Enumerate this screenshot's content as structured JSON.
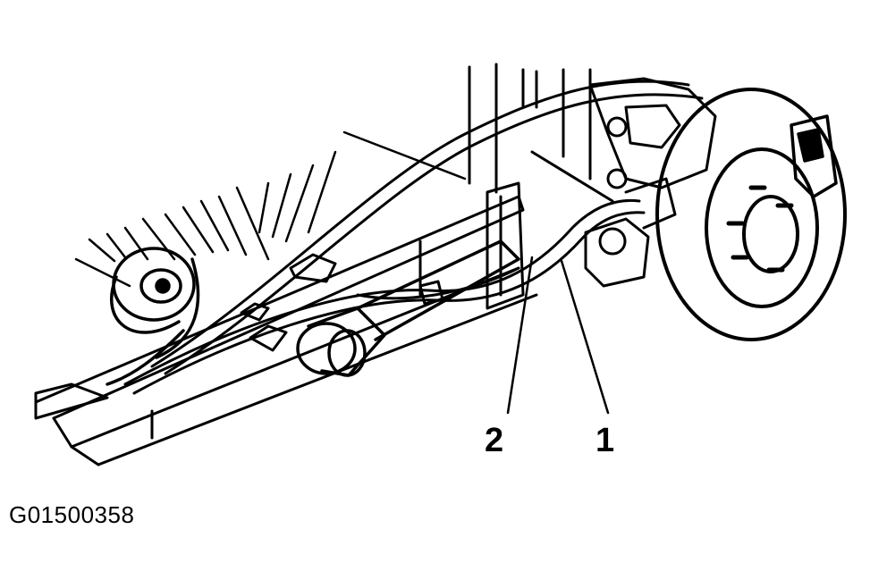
{
  "figure": {
    "callouts": [
      {
        "id": "2",
        "label": "2"
      },
      {
        "id": "1",
        "label": "1"
      }
    ],
    "code": "G01500358"
  }
}
